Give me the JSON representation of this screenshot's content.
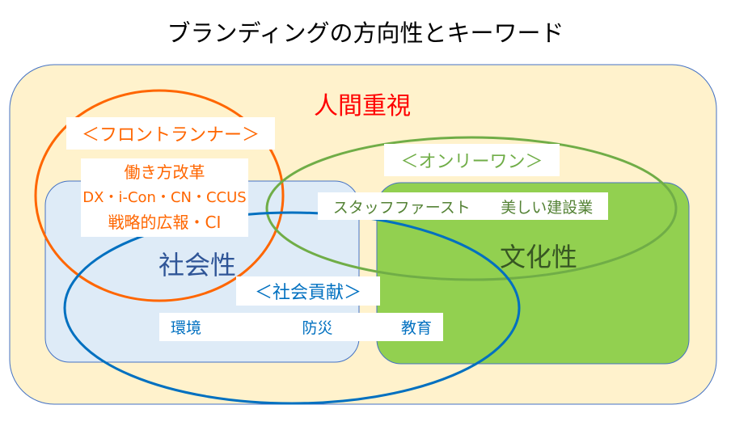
{
  "title": "ブランディングの方向性とキーワード",
  "center_label": "人間重視",
  "frontrunner": {
    "heading": "＜フロントランナー＞",
    "items": [
      "働き方改革",
      "DX・i-Con・CN・CCUS",
      "戦略的広報・CI"
    ]
  },
  "onlyone": {
    "heading": "＜オンリーワン＞",
    "items": [
      "スタッフファースト",
      "美しい建設業"
    ]
  },
  "social_contribution": {
    "heading": "＜社会貢献＞",
    "items": [
      "環境",
      "防災",
      "教育"
    ]
  },
  "sociality": "社会性",
  "culture": "文化性",
  "colors": {
    "orange": "#ff6600",
    "green": "#70ad47",
    "blue": "#0070c0",
    "red": "#ff0000",
    "cream": "#fff2cc",
    "lightblue": "#deebf7",
    "limegreen": "#92d050"
  }
}
